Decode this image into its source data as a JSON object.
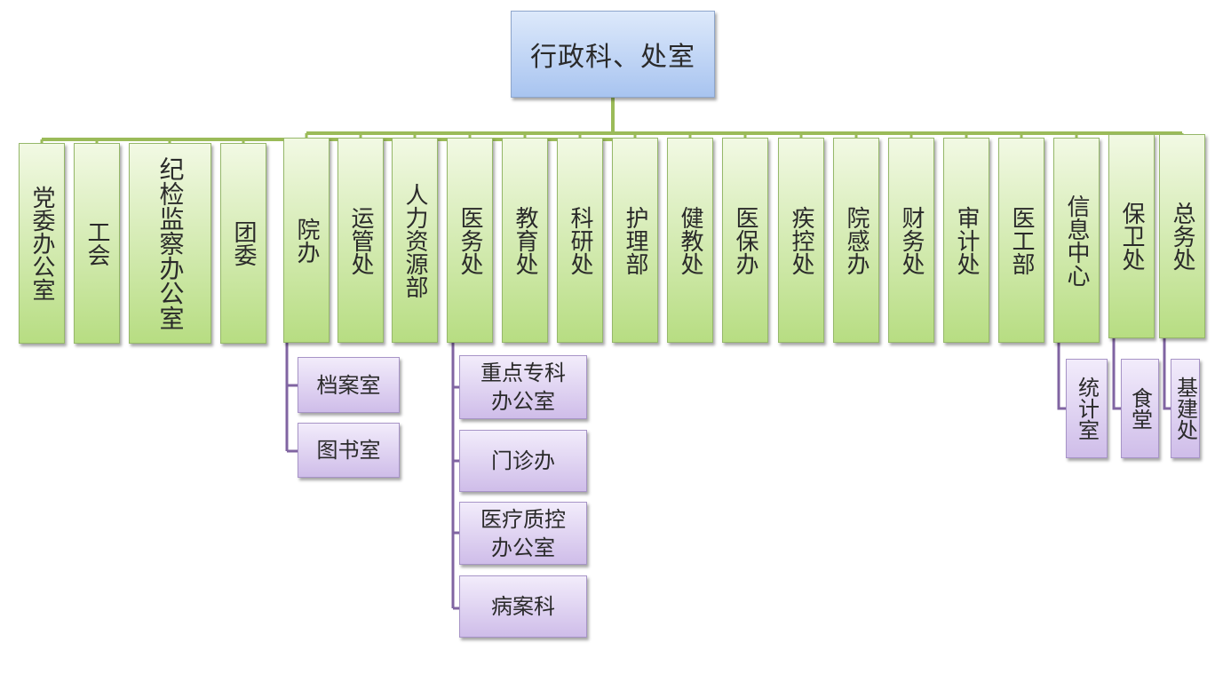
{
  "chart_data": {
    "type": "tree",
    "root": "行政科、处室",
    "left_group": [
      {
        "label": "党委办公室"
      },
      {
        "label": "工会"
      },
      {
        "label": "纪检监察办公室"
      },
      {
        "label": "团委"
      }
    ],
    "departments": [
      {
        "label": "院办",
        "children": [
          "档案室",
          "图书室"
        ]
      },
      {
        "label": "运管处"
      },
      {
        "label": "人力资源部"
      },
      {
        "label": "医务处",
        "children": [
          "重点专科办公室",
          "门诊办",
          "医疗质控办公室",
          "病案科"
        ]
      },
      {
        "label": "教育处"
      },
      {
        "label": "科研处"
      },
      {
        "label": "护理部"
      },
      {
        "label": "健教处"
      },
      {
        "label": "医保办"
      },
      {
        "label": "疾控处"
      },
      {
        "label": "院感办"
      },
      {
        "label": "财务处"
      },
      {
        "label": "审计处"
      },
      {
        "label": "医工部"
      },
      {
        "label": "信息中心",
        "children": [
          "统计室"
        ]
      },
      {
        "label": "保卫处",
        "children": [
          "食堂"
        ]
      },
      {
        "label": "总务处",
        "children": [
          "基建处"
        ]
      }
    ]
  },
  "colors": {
    "root_fill": "#a8c4f0",
    "department_fill": "#b7dd82",
    "sub_fill": "#cfbde9",
    "trunk_line": "#9bbb59",
    "sub_line": "#8064a2"
  }
}
